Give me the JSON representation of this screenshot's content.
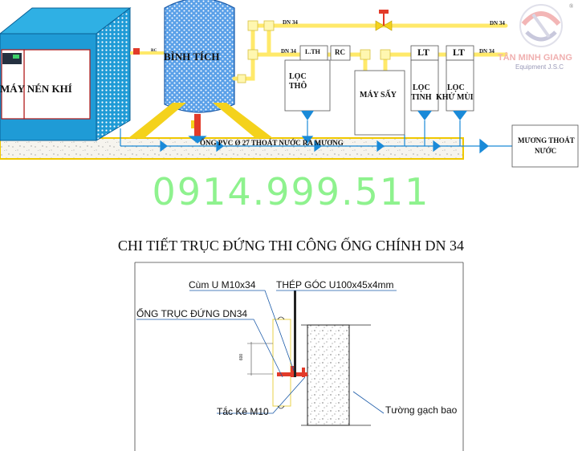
{
  "diagram": {
    "labels": {
      "compressor": "MÁY NÉN KHÍ",
      "tank": "BÌNH TÍCH",
      "pipe_dn34_top_left": "DN 34",
      "pipe_dn34_top_right": "DN 34",
      "pipe_dn34_mid_left": "DN 34",
      "pipe_dn34_mid_right": "DN 34",
      "filter_lth": "L.TH",
      "rc": "RC",
      "lt1": "LT",
      "lt2": "LT",
      "coarse_filter": [
        "LỌC",
        "THÔ"
      ],
      "dryer": "MÁY SẤY",
      "fine_filter": [
        "LỌC",
        "TINH"
      ],
      "odor_filter": [
        "LỌC",
        "KHỬ MÙI"
      ],
      "drain_pipe": "ỐNG PVC Ø 27 THOÁT NƯỚC RA MƯƠNG",
      "drain_ditch": [
        "MƯƠNG THOÁT",
        "NƯỚC"
      ],
      "small_rc": "RC"
    },
    "phone": "0914.999.511",
    "logo": {
      "name": "TÂN MINH GIANG",
      "sub": "Equipment J.S.C",
      "mark": "®"
    }
  },
  "detail": {
    "title": "CHI TIẾT  TRỤC ĐỨNG THI CÔNG ỐNG CHÍNH DN 34",
    "annotations": {
      "u_clamp": "Cùm U M10x34",
      "angle_steel": "THÉP GÓC U100x45x4mm",
      "vertical_pipe": "ỐNG TRỤC ĐỨNG DN34",
      "anchor": "Tắc Kê M10",
      "wall": "Tường gạch bao",
      "dimension": "600"
    }
  },
  "colors": {
    "pipe_yellow": "#ffe96a",
    "compressor_blue": "#1f9bd6",
    "tank_blue": "#4fa0e0",
    "drain_blue": "#1a8ad8",
    "stand_yellow": "#f4d21c",
    "valve_red": "#e23b2a",
    "phone_green": "#8ef28e"
  }
}
